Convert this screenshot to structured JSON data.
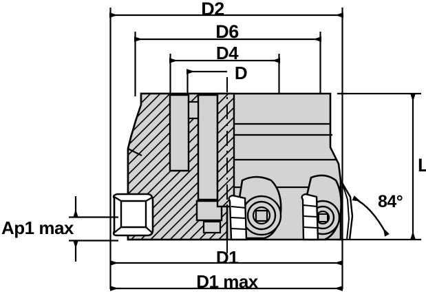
{
  "drawing": {
    "title": "Indexable face milling cutter cross-section drawing",
    "line_color": "#000000",
    "body_fill": "#d3d3d3",
    "insert_fill": "#ffffff",
    "background": "#ffffff"
  },
  "dimensions": {
    "d2": {
      "label": "D2",
      "kind": "diameter",
      "position": "top"
    },
    "d6": {
      "label": "D6",
      "kind": "diameter",
      "position": "top"
    },
    "d4": {
      "label": "D4",
      "kind": "diameter",
      "position": "top"
    },
    "d": {
      "label": "D",
      "kind": "diameter",
      "position": "top"
    },
    "d1": {
      "label": "D1",
      "kind": "diameter",
      "position": "bottom"
    },
    "d1max": {
      "label": "D1 max",
      "kind": "diameter",
      "position": "bottom"
    },
    "l": {
      "label": "L",
      "kind": "length",
      "position": "right"
    },
    "ap1max": {
      "label": "Ap1 max",
      "kind": "depth-of-cut",
      "position": "left"
    },
    "angle": {
      "label": "84°",
      "kind": "lead-angle",
      "position": "right"
    }
  }
}
